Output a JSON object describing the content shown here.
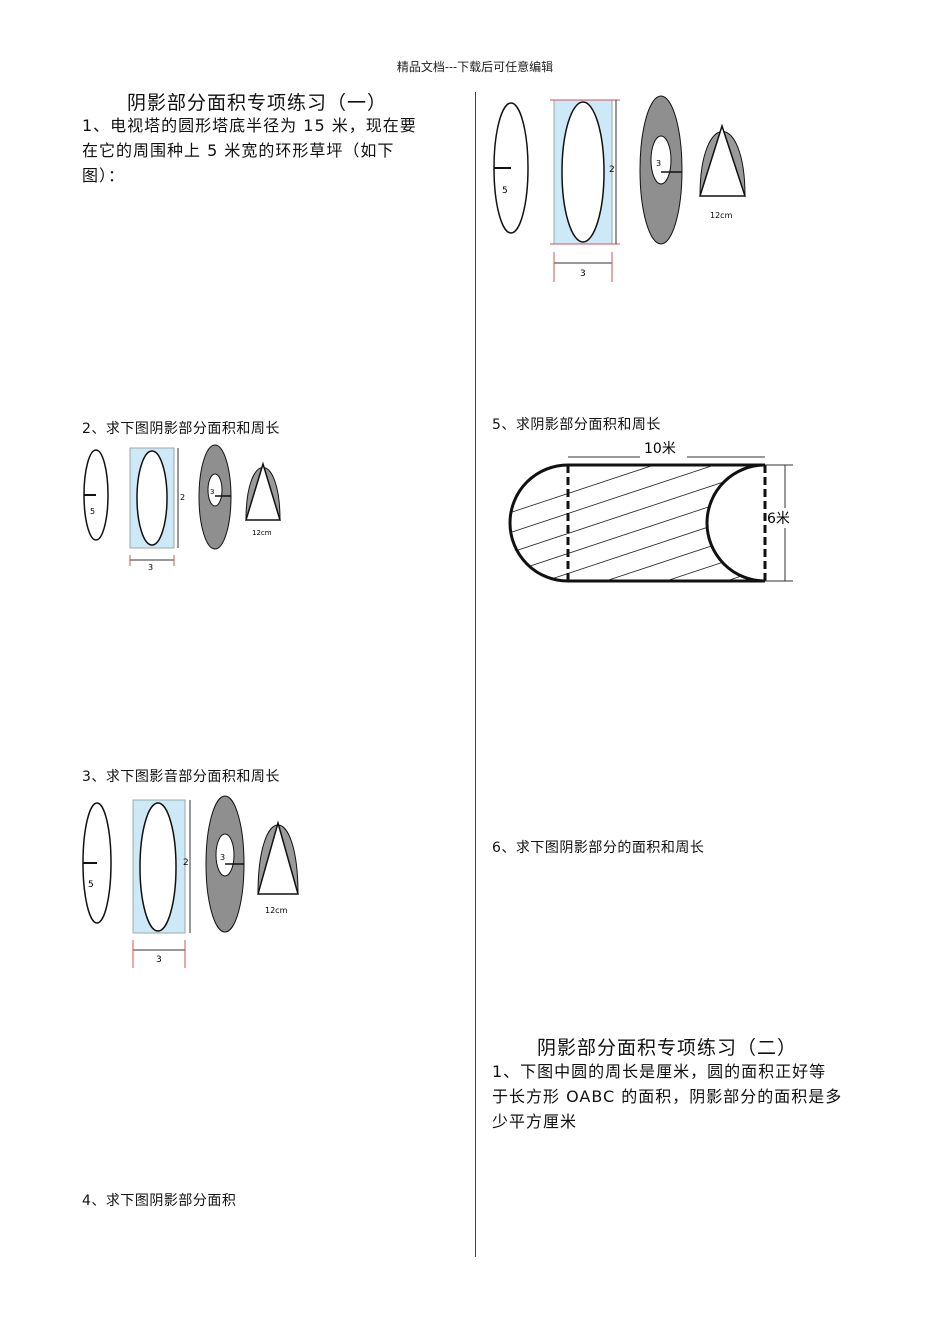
{
  "header": "精品文档---下载后可任意编辑",
  "left": {
    "title": "阴影部分面积专项练习（一）",
    "q1": [
      "1、电视塔的圆形塔底半径为 15 米，现在要",
      "在它的周围种上 5 米宽的环形草坪（如下",
      "图）："
    ],
    "q2": "2、求下图阴影部分面积和周长",
    "q3": "3、求下图影音部分面积和周长",
    "q4": "4、求下图阴影部分面积"
  },
  "right": {
    "q5": "5、求阴影部分面积和周长",
    "q5_top_dim": "10米",
    "q5_side_dim": "6米",
    "q6": "6、求下图阴影部分的面积和周长",
    "title2": "阴影部分面积专项练习（二）",
    "p1": [
      "1、下图中圆的周长是厘米，圆的面积正好等",
      "于长方形 OABC 的面积，阴影部分的面积是多",
      "少平方厘米"
    ]
  },
  "figure_labels": {
    "radius": "5",
    "height": "2",
    "width": "3",
    "hole": "3",
    "base": "12cm"
  },
  "colors": {
    "shade_blue": "#cde8f6",
    "ring_gray": "#8f8f8f",
    "seg_gray": "#9a9a9a"
  }
}
